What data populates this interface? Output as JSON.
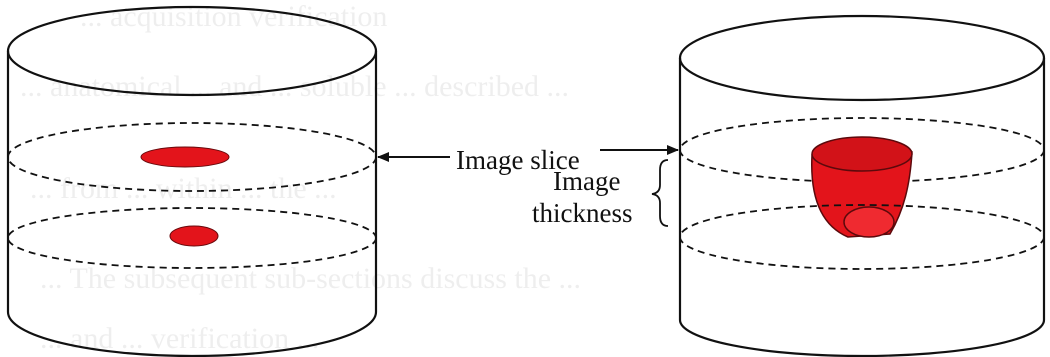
{
  "labels": {
    "image_slice": "Image slice",
    "image_thickness_line1": "Image",
    "image_thickness_line2": "thickness"
  },
  "bleed_through_text": [
    "... acquisition verification",
    "... anatomical ... and ... soluble ... described ...",
    "... from ... within ... the ...",
    "... The subsequent sub-sections discuss the ...",
    "... and ... verification ..."
  ],
  "colors": {
    "outline": "#111111",
    "object_fill": "#e3141b",
    "object_dark": "#b80e14",
    "ghost_text": "#9a9a9a"
  }
}
